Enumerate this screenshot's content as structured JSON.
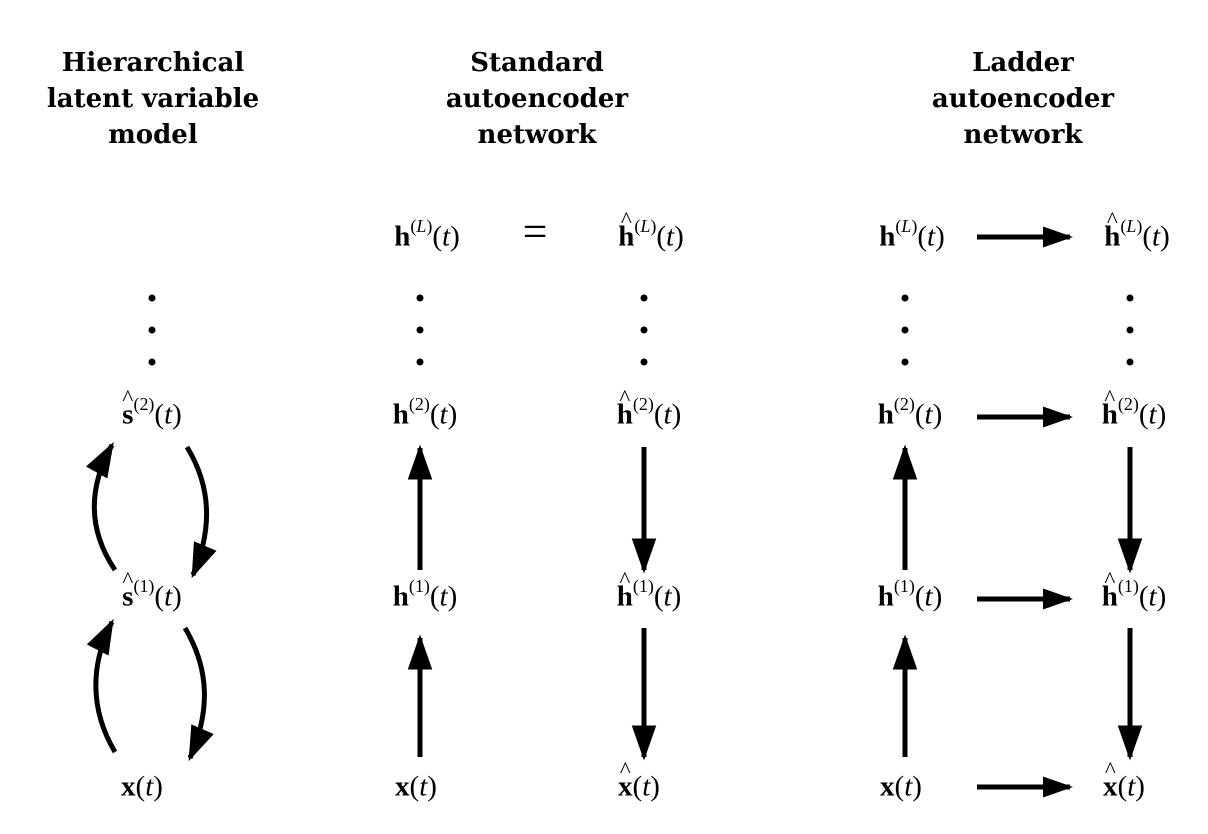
{
  "columns": {
    "hierarchical": {
      "title_lines": [
        "Hierarchical",
        "latent variable",
        "model"
      ],
      "nodes": {
        "s2": {
          "sym": "s",
          "hat": true,
          "sup": "(2)",
          "arg": "t"
        },
        "s1": {
          "sym": "s",
          "hat": true,
          "sup": "(1)",
          "arg": "t"
        },
        "x": {
          "sym": "x",
          "hat": false,
          "sup": "",
          "arg": "t"
        }
      }
    },
    "standard": {
      "title_lines": [
        "Standard",
        "autoencoder",
        "network"
      ],
      "equals_symbol": "=",
      "nodes": {
        "hL": {
          "sym": "h",
          "hat": false,
          "sup": "(L)",
          "arg": "t"
        },
        "hhatL": {
          "sym": "h",
          "hat": true,
          "sup": "(L)",
          "arg": "t"
        },
        "h2": {
          "sym": "h",
          "hat": false,
          "sup": "(2)",
          "arg": "t"
        },
        "hhat2": {
          "sym": "h",
          "hat": true,
          "sup": "(2)",
          "arg": "t"
        },
        "h1": {
          "sym": "h",
          "hat": false,
          "sup": "(1)",
          "arg": "t"
        },
        "hhat1": {
          "sym": "h",
          "hat": true,
          "sup": "(1)",
          "arg": "t"
        },
        "x": {
          "sym": "x",
          "hat": false,
          "sup": "",
          "arg": "t"
        },
        "xhat": {
          "sym": "x",
          "hat": true,
          "sup": "",
          "arg": "t"
        }
      }
    },
    "ladder": {
      "title_lines": [
        "Ladder",
        "autoencoder",
        "network"
      ],
      "nodes": {
        "hL": {
          "sym": "h",
          "hat": false,
          "sup": "(L)",
          "arg": "t"
        },
        "hhatL": {
          "sym": "h",
          "hat": true,
          "sup": "(L)",
          "arg": "t"
        },
        "h2": {
          "sym": "h",
          "hat": false,
          "sup": "(2)",
          "arg": "t"
        },
        "hhat2": {
          "sym": "h",
          "hat": true,
          "sup": "(2)",
          "arg": "t"
        },
        "h1": {
          "sym": "h",
          "hat": false,
          "sup": "(1)",
          "arg": "t"
        },
        "hhat1": {
          "sym": "h",
          "hat": true,
          "sup": "(1)",
          "arg": "t"
        },
        "x": {
          "sym": "x",
          "hat": false,
          "sup": "",
          "arg": "t"
        },
        "xhat": {
          "sym": "x",
          "hat": true,
          "sup": "",
          "arg": "t"
        }
      }
    }
  },
  "colors": {
    "ink": "#000000",
    "background": "#ffffff"
  }
}
